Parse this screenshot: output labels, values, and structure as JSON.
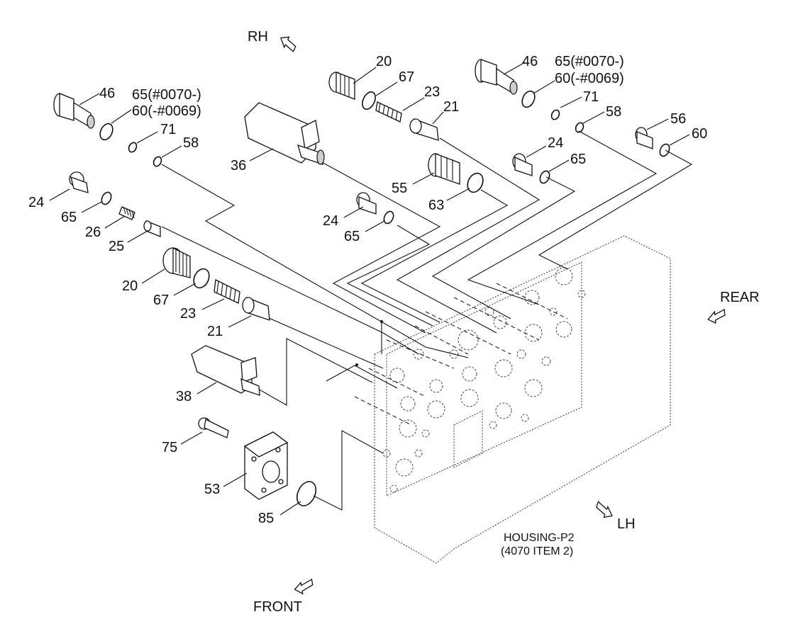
{
  "orientation": {
    "rh": "RH",
    "rear": "REAR",
    "lh": "LH",
    "front": "FRONT"
  },
  "housing": {
    "name": "HOUSING-P2",
    "ref": "(4070 ITEM 2)"
  },
  "callouts": {
    "c46a": "46",
    "c65a": "65(#0070-)",
    "c60a": "60(-#0069)",
    "c71a": "71",
    "c58a": "58",
    "c36": "36",
    "c24a": "24",
    "c65b": "65",
    "c26": "26",
    "c25": "25",
    "c20a": "20",
    "c67a": "67",
    "c23a": "23",
    "c21a": "21",
    "c38": "38",
    "c75": "75",
    "c53": "53",
    "c85": "85",
    "c20b": "20",
    "c67b": "67",
    "c23b": "23",
    "c21b": "21",
    "c55": "55",
    "c63": "63",
    "c24b": "24",
    "c65c": "65",
    "c46b": "46",
    "c65d": "65(#0070-)",
    "c60b": "60(-#0069)",
    "c71b": "71",
    "c58b": "58",
    "c24c": "24",
    "c65e": "65",
    "c56": "56",
    "c60c": "60"
  }
}
